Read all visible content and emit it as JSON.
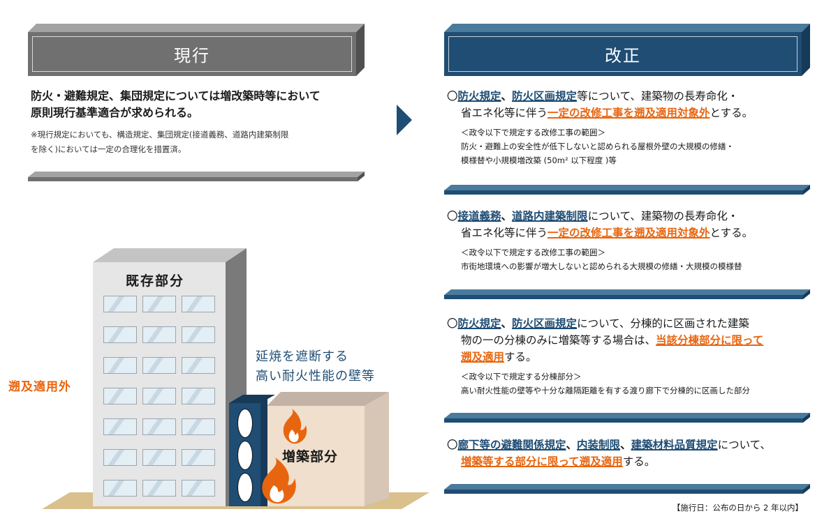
{
  "left_panel": {
    "header": "現行",
    "lead": "防火・避難規定、集団規定については増改築時等において原則現行基準適合が求められる。",
    "lead_line1": "防火・避難規定、集団規定については増改築時等において",
    "lead_line2": "原則現行基準適合が求められる。",
    "note_line1": "※現行規定においても、構造規定、集団規定(接道義務、道路内建築制限",
    "note_line2": "を除く)においては一定の合理化を措置済。"
  },
  "illustration": {
    "existing_label": "既存部分",
    "retroactive_label": "遡及適用外",
    "wall_label_line1": "延焼を遮断する",
    "wall_label_line2": "高い耐火性能の壁等",
    "addition_label": "増築部分",
    "window_rows": 7,
    "window_cols": 3
  },
  "right_panel": {
    "header": "改正",
    "items": [
      {
        "bullet": "〇",
        "b1": "防火規定",
        "sep1": "、",
        "b2": "防火区画規定",
        "t1": "等について、建築物の長寿命化・",
        "t2": "省エネ化等に伴う",
        "o1": "一定の改修工事を遡及適用対象外",
        "t3": "とする。",
        "sub_title": "＜政令以下で規定する改修工事の範囲＞",
        "sub_line1": "防火・避難上の安全性が低下しないと認められる屋根外壁の大規模の修繕・",
        "sub_line2": "模様替や小規模増改築 (50m² 以下程度 )等"
      },
      {
        "bullet": "〇",
        "b1": "接道義務",
        "sep1": "、",
        "b2": "道路内建築制限",
        "t1": "について、建築物の長寿命化・",
        "t2": "省エネ化等に伴う",
        "o1": "一定の改修工事を遡及適用対象外",
        "t3": "とする。",
        "sub_title": "＜政令以下で規定する改修工事の範囲＞",
        "sub_line1": "市街地環境への影響が増大しないと認められる大規模の修繕・大規模の模様替"
      },
      {
        "bullet": "〇",
        "b1": "防火規定",
        "sep1": "、",
        "b2": "防火区画規定",
        "t1": "について、分棟的に区画された建築",
        "t2": "物の一の分棟のみに増築等する場合は、",
        "o1": "当該分棟部分に限って",
        "o2": "遡及適用",
        "t3": "する。",
        "sub_title": "＜政令以下で規定する分棟部分＞",
        "sub_line1": "高い耐火性能の壁等や十分な離隔距離を有する渡り廊下で分棟的に区画した部分"
      },
      {
        "bullet": "〇",
        "b1": "廊下等の避難関係規定",
        "sep1": "、",
        "b2": "内装制限",
        "sep2": "、",
        "b3": "建築材料品質規定",
        "t1": "について、",
        "o1": "増築等する部分に限って遡及適用",
        "t3": "する。"
      }
    ],
    "footer": "【施行日：公布の日から 2 年以内】"
  },
  "colors": {
    "navy": "#1f4d74",
    "orange": "#e8650f",
    "gray_header": "#707070"
  }
}
